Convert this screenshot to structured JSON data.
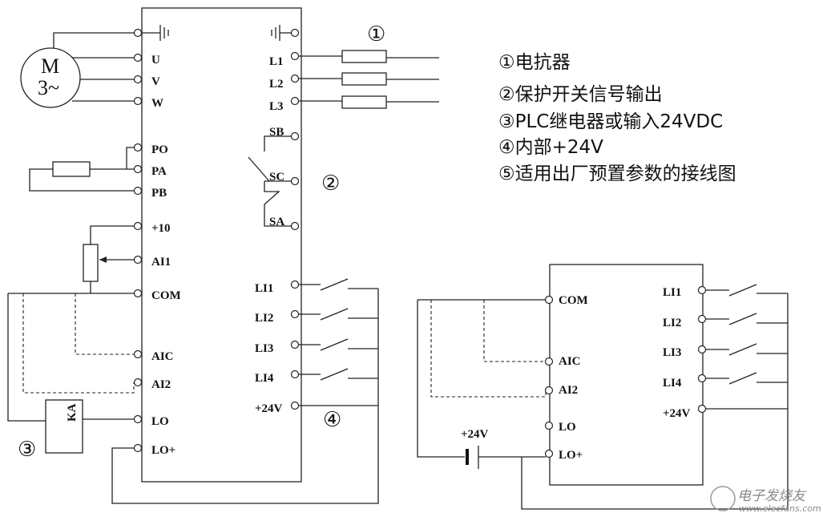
{
  "motor": {
    "line1": "M",
    "line2": "3~"
  },
  "left_terminals": {
    "U": "U",
    "V": "V",
    "W": "W",
    "PO": "PO",
    "PA": "PA",
    "PB": "PB",
    "P10": "+10",
    "AI1": "AI1",
    "COM": "COM",
    "AIC": "AIC",
    "AI2": "AI2",
    "LO": "LO",
    "LOP": "LO+"
  },
  "right_terminals": {
    "L1": "L1",
    "L2": "L2",
    "L3": "L3",
    "SB": "SB",
    "SC": "SC",
    "SA": "SA",
    "LI1": "LI1",
    "LI2": "LI2",
    "LI3": "LI3",
    "LI4": "LI4",
    "P24": "+24V"
  },
  "relay_label": "KA",
  "callouts": {
    "c1": "①",
    "c2": "②",
    "c3": "③",
    "c4": "④"
  },
  "legend": [
    "①电抗器",
    "②保护开关信号输出",
    "③PLC继电器或输入24VDC",
    "④内部+24V",
    "⑤适用出厂预置参数的接线图"
  ],
  "small_diagram": {
    "left_terminals": {
      "COM": "COM",
      "AIC": "AIC",
      "AI2": "AI2",
      "LO": "LO",
      "LOP": "LO+"
    },
    "right_terminals": {
      "LI1": "LI1",
      "LI2": "LI2",
      "LI3": "LI3",
      "LI4": "LI4",
      "P24": "+24V"
    },
    "source_label": "+24V"
  },
  "watermark": {
    "main": "电子发烧友",
    "sub": "www.elecfans.com"
  }
}
